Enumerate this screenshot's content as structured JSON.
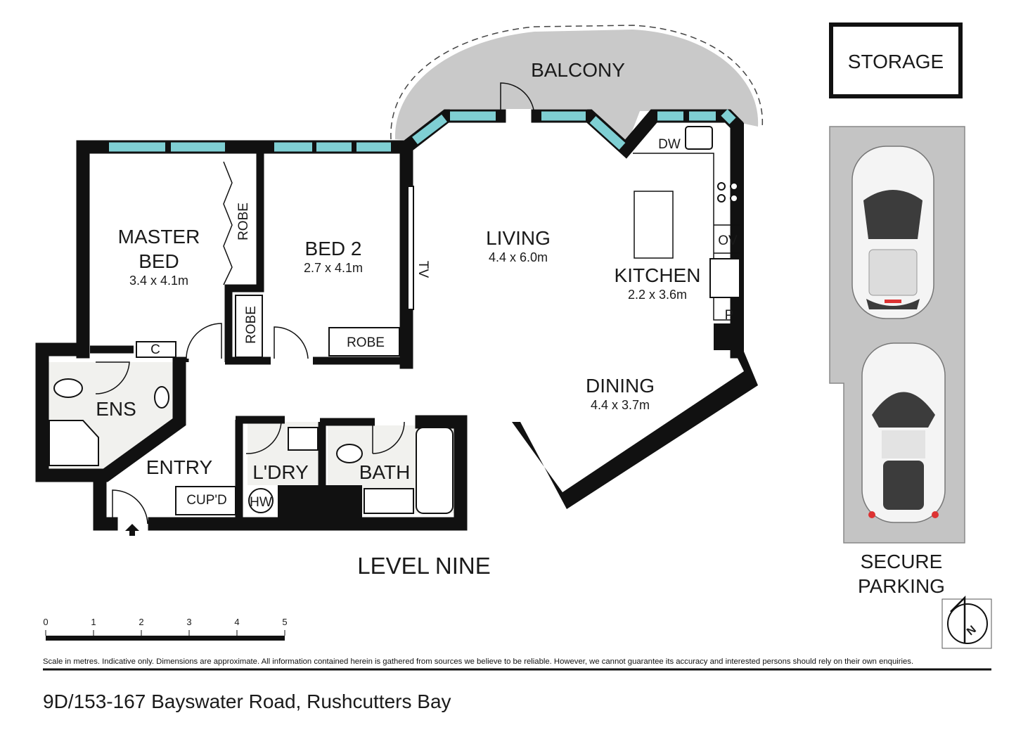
{
  "rooms": {
    "balcony": "BALCONY",
    "storage": "STORAGE",
    "master_bed_line1": "MASTER",
    "master_bed_line2": "BED",
    "master_bed_dim": "3.4 x 4.1m",
    "bed2": "BED 2",
    "bed2_dim": "2.7 x 4.1m",
    "living": "LIVING",
    "living_dim": "4.4 x 6.0m",
    "kitchen": "KITCHEN",
    "kitchen_dim": "2.2 x 3.6m",
    "dining": "DINING",
    "dining_dim": "4.4 x 3.7m",
    "ensuite": "ENS",
    "entry": "ENTRY",
    "laundry": "L'DRY",
    "bath": "BATH",
    "parking_line1": "SECURE",
    "parking_line2": "PARKING"
  },
  "fixtures": {
    "robe_master": "ROBE",
    "robe_bed2_side": "ROBE",
    "robe_bed2": "ROBE",
    "tv": "TV",
    "dishwasher": "DW",
    "oven": "OV",
    "pantry": "P",
    "cupboard_c": "C",
    "cupboard": "CUP'D",
    "hot_water": "HW"
  },
  "level": "LEVEL NINE",
  "scale": {
    "ticks": [
      "0",
      "1",
      "2",
      "3",
      "4",
      "5"
    ],
    "unit": "metres"
  },
  "compass_icon": "north-arrow-icon",
  "colors": {
    "window": "#7fcfd3",
    "balcony": "#c8c8c8",
    "parking": "#c4c4c4",
    "wall": "#111111"
  },
  "disclaimer": "Scale in metres. Indicative only. Dimensions are approximate. All information contained herein is gathered from sources we believe to be reliable. However, we cannot guarantee its accuracy and interested persons should rely on their own enquiries.",
  "address": "9D/153-167 Bayswater Road, Rushcutters Bay"
}
